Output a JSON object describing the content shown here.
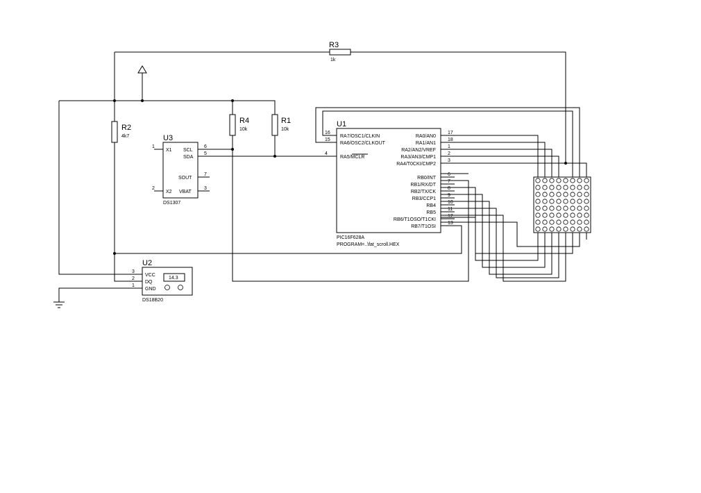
{
  "components": {
    "R3": {
      "ref": "R3",
      "value": "1k"
    },
    "R2": {
      "ref": "R2",
      "value": "4k7"
    },
    "R4": {
      "ref": "R4",
      "value": "10k"
    },
    "R1": {
      "ref": "R1",
      "value": "10k"
    },
    "U3": {
      "ref": "U3",
      "part": "DS1307",
      "pins": [
        {
          "name": "X1",
          "num": "1"
        },
        {
          "name": "X2",
          "num": "2"
        },
        {
          "name": "SCL",
          "num": "6"
        },
        {
          "name": "SDA",
          "num": "5"
        },
        {
          "name": "SOUT",
          "num": "7"
        },
        {
          "name": "VBAT",
          "num": "3"
        }
      ]
    },
    "U1": {
      "ref": "U1",
      "part": "PIC16F628A",
      "program": "PROGRAM=..\\fat_scroll.HEX",
      "left_pins": [
        {
          "name": "RA7/OSC1/CLKIN",
          "num": "16"
        },
        {
          "name": "RA6/OSC2/CLKOUT",
          "num": "15"
        },
        {
          "name": "RA5/MCLR",
          "num": "4"
        }
      ],
      "right_pins": [
        {
          "name": "RA0/AN0",
          "num": "17"
        },
        {
          "name": "RA1/AN1",
          "num": "18"
        },
        {
          "name": "RA2/AN2/VREF",
          "num": "1"
        },
        {
          "name": "RA3/AN3/CMP1",
          "num": "2"
        },
        {
          "name": "RA4/T0CKI/CMP2",
          "num": "3"
        },
        {
          "name": "RB0/INT",
          "num": "6"
        },
        {
          "name": "RB1/RX/DT",
          "num": "7"
        },
        {
          "name": "RB2/TX/CK",
          "num": "8"
        },
        {
          "name": "RB3/CCP1",
          "num": "9"
        },
        {
          "name": "RB4",
          "num": "10"
        },
        {
          "name": "RB5",
          "num": "11"
        },
        {
          "name": "RB6/T1OSO/T1CKI",
          "num": "12"
        },
        {
          "name": "RB7/T1OSI",
          "num": "13"
        }
      ]
    },
    "U2": {
      "ref": "U2",
      "part": "DS18B20",
      "reading": "14.3",
      "pins": [
        {
          "name": "VCC",
          "num": "3"
        },
        {
          "name": "DQ",
          "num": "2"
        },
        {
          "name": "GND",
          "num": "1"
        }
      ]
    }
  },
  "led_matrix": {
    "rows": 8,
    "cols": 8
  }
}
